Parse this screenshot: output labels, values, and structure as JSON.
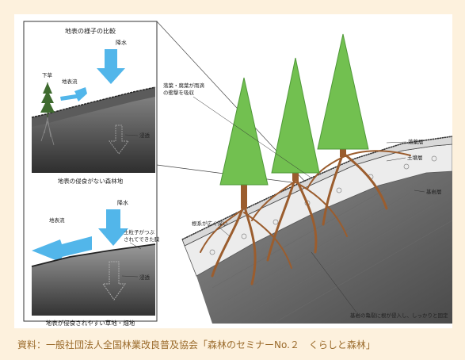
{
  "top_panel": {
    "title": "地表の様子の比較",
    "rain": "降水",
    "undergrowth": "下草",
    "runoff": "地表流",
    "infiltration": "浸透",
    "caption": "地表の侵食がない森林地"
  },
  "bottom_panel": {
    "rain": "降水",
    "runoff": "地表流",
    "crust": [
      "土粒子がつぶ",
      "されてできた膜"
    ],
    "infiltration": "浸透",
    "caption": "地表が侵食されやすい草地・畑地"
  },
  "forest_labels": {
    "leaf_litter_absorb": [
      "落葉・腐葉が雨滴",
      "の衝撃を吸収"
    ],
    "litter_layer": "落葉層",
    "soil_layer": "土壌層",
    "bedrock_layer": "基岩層",
    "roots_wide": "根系が広く深い",
    "roots_bedrock": "基岩の亀裂に根が侵入し、しっかりと固定"
  },
  "colors": {
    "arrow_blue": "#52b6ea",
    "tree_green": "#72c050",
    "root_brown": "#9b5d2e",
    "source_text": "#9a6a2a",
    "background": "#fdf1dd"
  },
  "source": "資料：一般社団法人全国林業改良普及協会「森林のセミナーNo.２　くらしと森林」"
}
